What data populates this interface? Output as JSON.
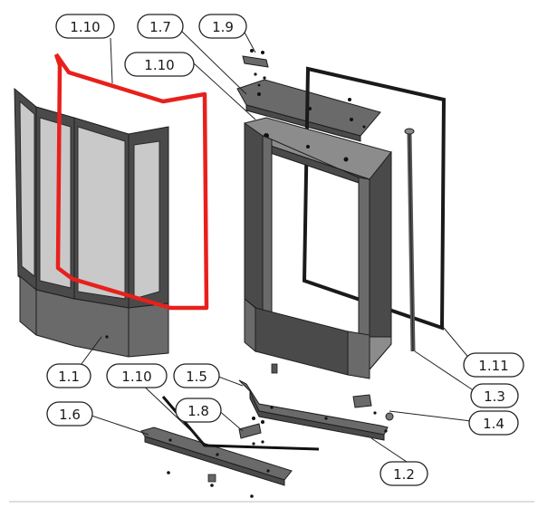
{
  "colors": {
    "highlight": "#e8201c",
    "steel_dark": "#4a4a4a",
    "steel_mid": "#6a6a6a",
    "glass": "#c9c9c9",
    "gasket": "#1a1a1a"
  },
  "callouts": {
    "c110_top": "1.10",
    "c17": "1.7",
    "c19": "1.9",
    "c110_mid": "1.10",
    "c11": "1.1",
    "c110_low": "1.10",
    "c15": "1.5",
    "c16": "1.6",
    "c18": "1.8",
    "c12": "1.2",
    "c13": "1.3",
    "c14": "1.4",
    "c111": "1.11"
  }
}
